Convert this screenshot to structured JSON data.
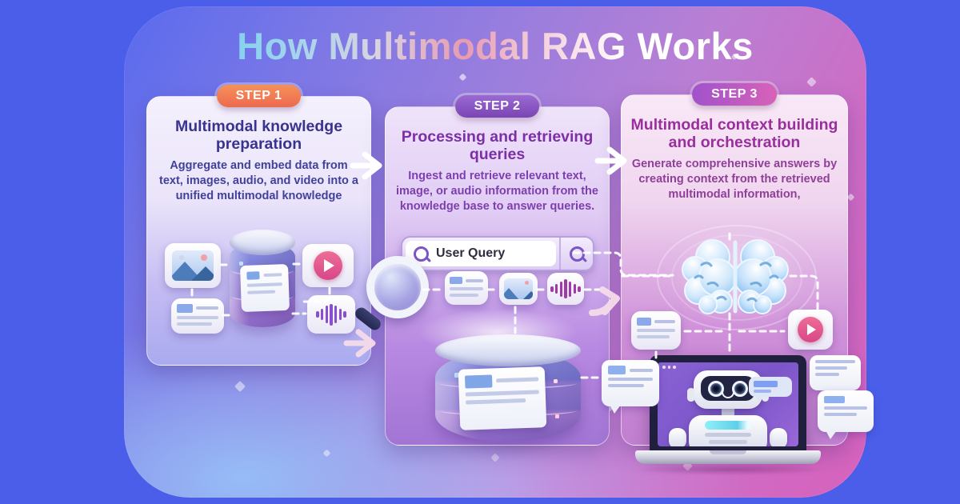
{
  "title": "How Multimodal RAG Works",
  "steps": [
    {
      "badge": "STEP 1",
      "title": "Multimodal knowledge preparation",
      "description": "Aggregate and embed data from text, images, audio, and video into a unified multimodal knowledge"
    },
    {
      "badge": "STEP 2",
      "title": "Processing and retrieving queries",
      "description": "Ingest and retrieve relevant text, image, or audio information from the knowledge base to answer queries."
    },
    {
      "badge": "STEP 3",
      "title": "Multimodal context building and orchestration",
      "description": "Generate comprehensive answers by creating context from the retrieved multimodal information,"
    }
  ],
  "search_bar": {
    "query": "User Query"
  },
  "icons": {
    "image-icon": "picture with mountains",
    "database-icon": "stacked cylinder datastore",
    "video-play-icon": "pink circle with play triangle",
    "text-document-icon": "card with text lines",
    "audio-waveform-icon": "vertical waveform bars",
    "search-icon": "magnifying glass",
    "magnifier-icon": "large magnifying glass",
    "brain-icon": "glowing two-hemisphere brain",
    "chat-bubble-icon": "speech bubble with text lines",
    "robot-icon": "white chatbot on laptop screen",
    "laptop-icon": "laptop computer",
    "arrow-right-icon": "white right arrow between steps"
  },
  "colors": {
    "outer_background": "#4a5ee9",
    "panel_gradient": [
      "#5a6bee",
      "#9c7edd",
      "#d564be"
    ],
    "step1_badge": "#ee7a52",
    "step2_badge": "#8a55c6",
    "step3_badge": "#bc5ac2",
    "step1_title_text": "#38338f",
    "step2_title_text": "#7d2fa6",
    "step3_title_text": "#992f9c",
    "title_gradient": [
      "#5fd0f0",
      "#e89ab0",
      "#ffffff"
    ]
  }
}
